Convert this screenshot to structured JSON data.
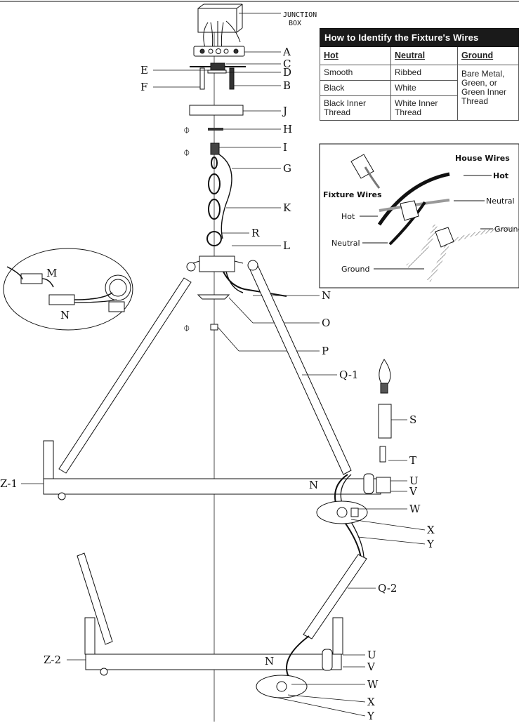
{
  "table": {
    "title": "How to Identify the Fixture's Wires",
    "headers": [
      "Hot",
      "Neutral",
      "Ground"
    ],
    "rows": [
      [
        "Smooth",
        "Ribbed"
      ],
      [
        "Black",
        "White"
      ],
      [
        "Black Inner Thread",
        "White Inner Thread"
      ]
    ],
    "ground_text": "Bare Metal, Green, or Green Inner Thread"
  },
  "wiring": {
    "house_wires": "House Wires",
    "fixture_wires": "Fixture Wires",
    "house_hot": "Hot",
    "hot": "Hot",
    "neutral_left": "Neutral",
    "neutral_right": "Neutral",
    "ground_left": "Ground",
    "ground_right": "Ground"
  },
  "labels": {
    "junction_box_1": "JUNCTION",
    "junction_box_2": "BOX",
    "A": "A",
    "B": "B",
    "C": "C",
    "D": "D",
    "E": "E",
    "F": "F",
    "G": "G",
    "H": "H",
    "I": "I",
    "J": "J",
    "K": "K",
    "L": "L",
    "M": "M",
    "N_inset": "N",
    "N_top": "N",
    "R": "R",
    "O": "O",
    "P": "P",
    "Q1": "Q-1",
    "S": "S",
    "T": "T",
    "U1": "U",
    "V1": "V",
    "N1": "N",
    "W1": "W",
    "X1": "X",
    "Y1": "Y",
    "Q2": "Q-2",
    "U2": "U",
    "V2": "V",
    "N2": "N",
    "W2": "W",
    "X2": "X",
    "Y2": "Y",
    "Z1": "Z-1",
    "Z2": "Z-2"
  }
}
